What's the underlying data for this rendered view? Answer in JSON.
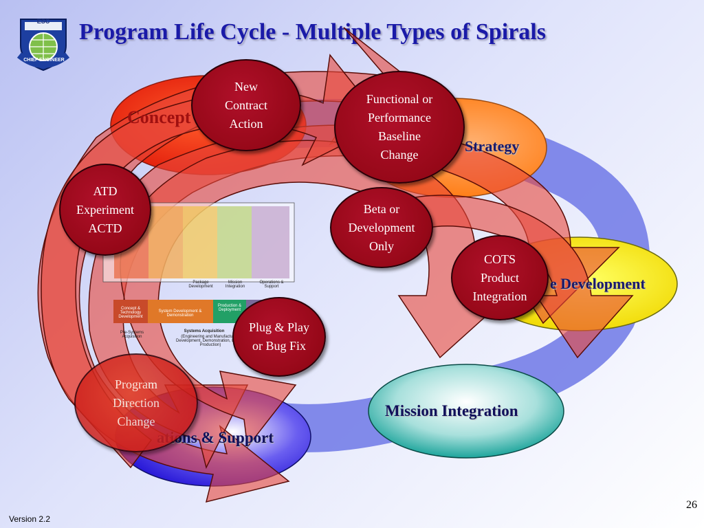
{
  "title": "Program Life Cycle - Multiple Types of Spirals",
  "logo": {
    "top_text": "ESC",
    "bottom_text": "CHIEF ENGINEER"
  },
  "ovals": {
    "concept": "Concept",
    "strategy": "Strategy",
    "development": "e Development",
    "mission": "Mission Integration",
    "operations": "ations & Support"
  },
  "circles": {
    "new_contract": "New\nContract\nAction",
    "baseline": "Functional or\nPerformance\nBaseline\nChange",
    "atd": "ATD\nExperiment\nACTD",
    "beta": "Beta or\nDevelopment\nOnly",
    "cots": "COTS\nProduct\nIntegration",
    "plug_play": "Plug & Play\nor Bug Fix",
    "program_direction": "Program\nDirection\nChange"
  },
  "inset": {
    "phase1": "Concept & Technology Development",
    "phase2": "System Development & Demonstration",
    "phase3": "Production & Deployment",
    "presystems": "Pre-Systems Acquisition",
    "sysacq": "Systems Acquisition",
    "sysacq_detail": "(Engineering and Manufacturing Development, Demonstration, LRIP & Production)",
    "package_dev": "Package Development",
    "mission_int": "Mission Integration",
    "ops_support": "Operations & Support"
  },
  "footer": {
    "version": "Version 2.2",
    "page": "26"
  }
}
